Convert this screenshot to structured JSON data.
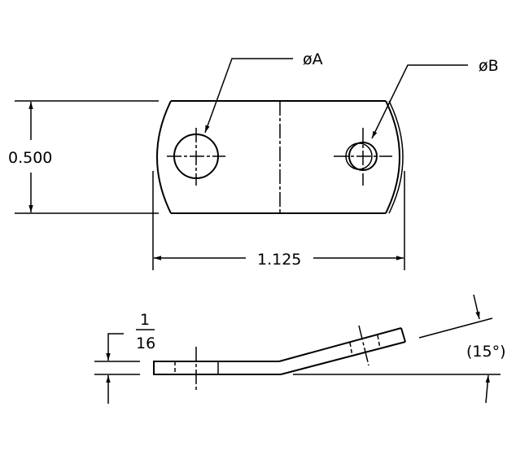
{
  "labels": {
    "hole_a": "øA",
    "hole_b": "øB",
    "height": "0.500",
    "width": "1.125",
    "thickness_num": "1",
    "thickness_den": "16",
    "angle": "(15°)"
  }
}
